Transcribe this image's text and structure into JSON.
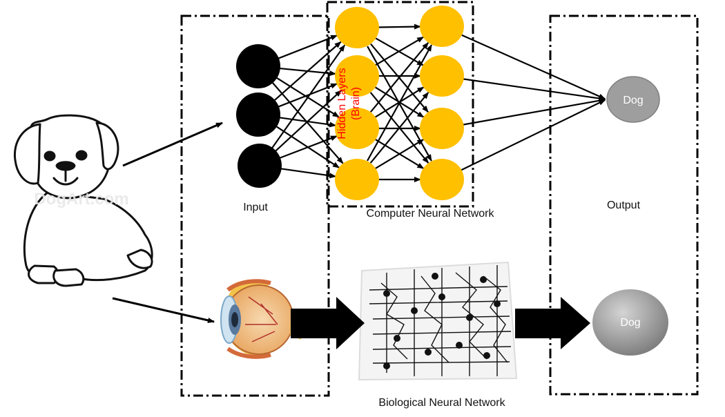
{
  "labels": {
    "input": "Input",
    "output": "Output",
    "computer_nn": "Computer Neural Network",
    "biological_nn": "Biological Neural Network",
    "hidden_layers_line1": "Hidden Layers",
    "hidden_layers_line2": "(Brain)"
  },
  "outputs": {
    "computer": "Dog",
    "biological": "Dog"
  },
  "network": {
    "input_nodes": 3,
    "hidden_layer_1_nodes": 4,
    "hidden_layer_2_nodes": 4,
    "output_nodes": 1
  },
  "watermark": "DogArt.com",
  "colors": {
    "input_node": "#000000",
    "hidden_node": "#FFC000",
    "output_node": "#9e9e9e",
    "hidden_label": "#ff0000",
    "arrow": "#000000"
  }
}
